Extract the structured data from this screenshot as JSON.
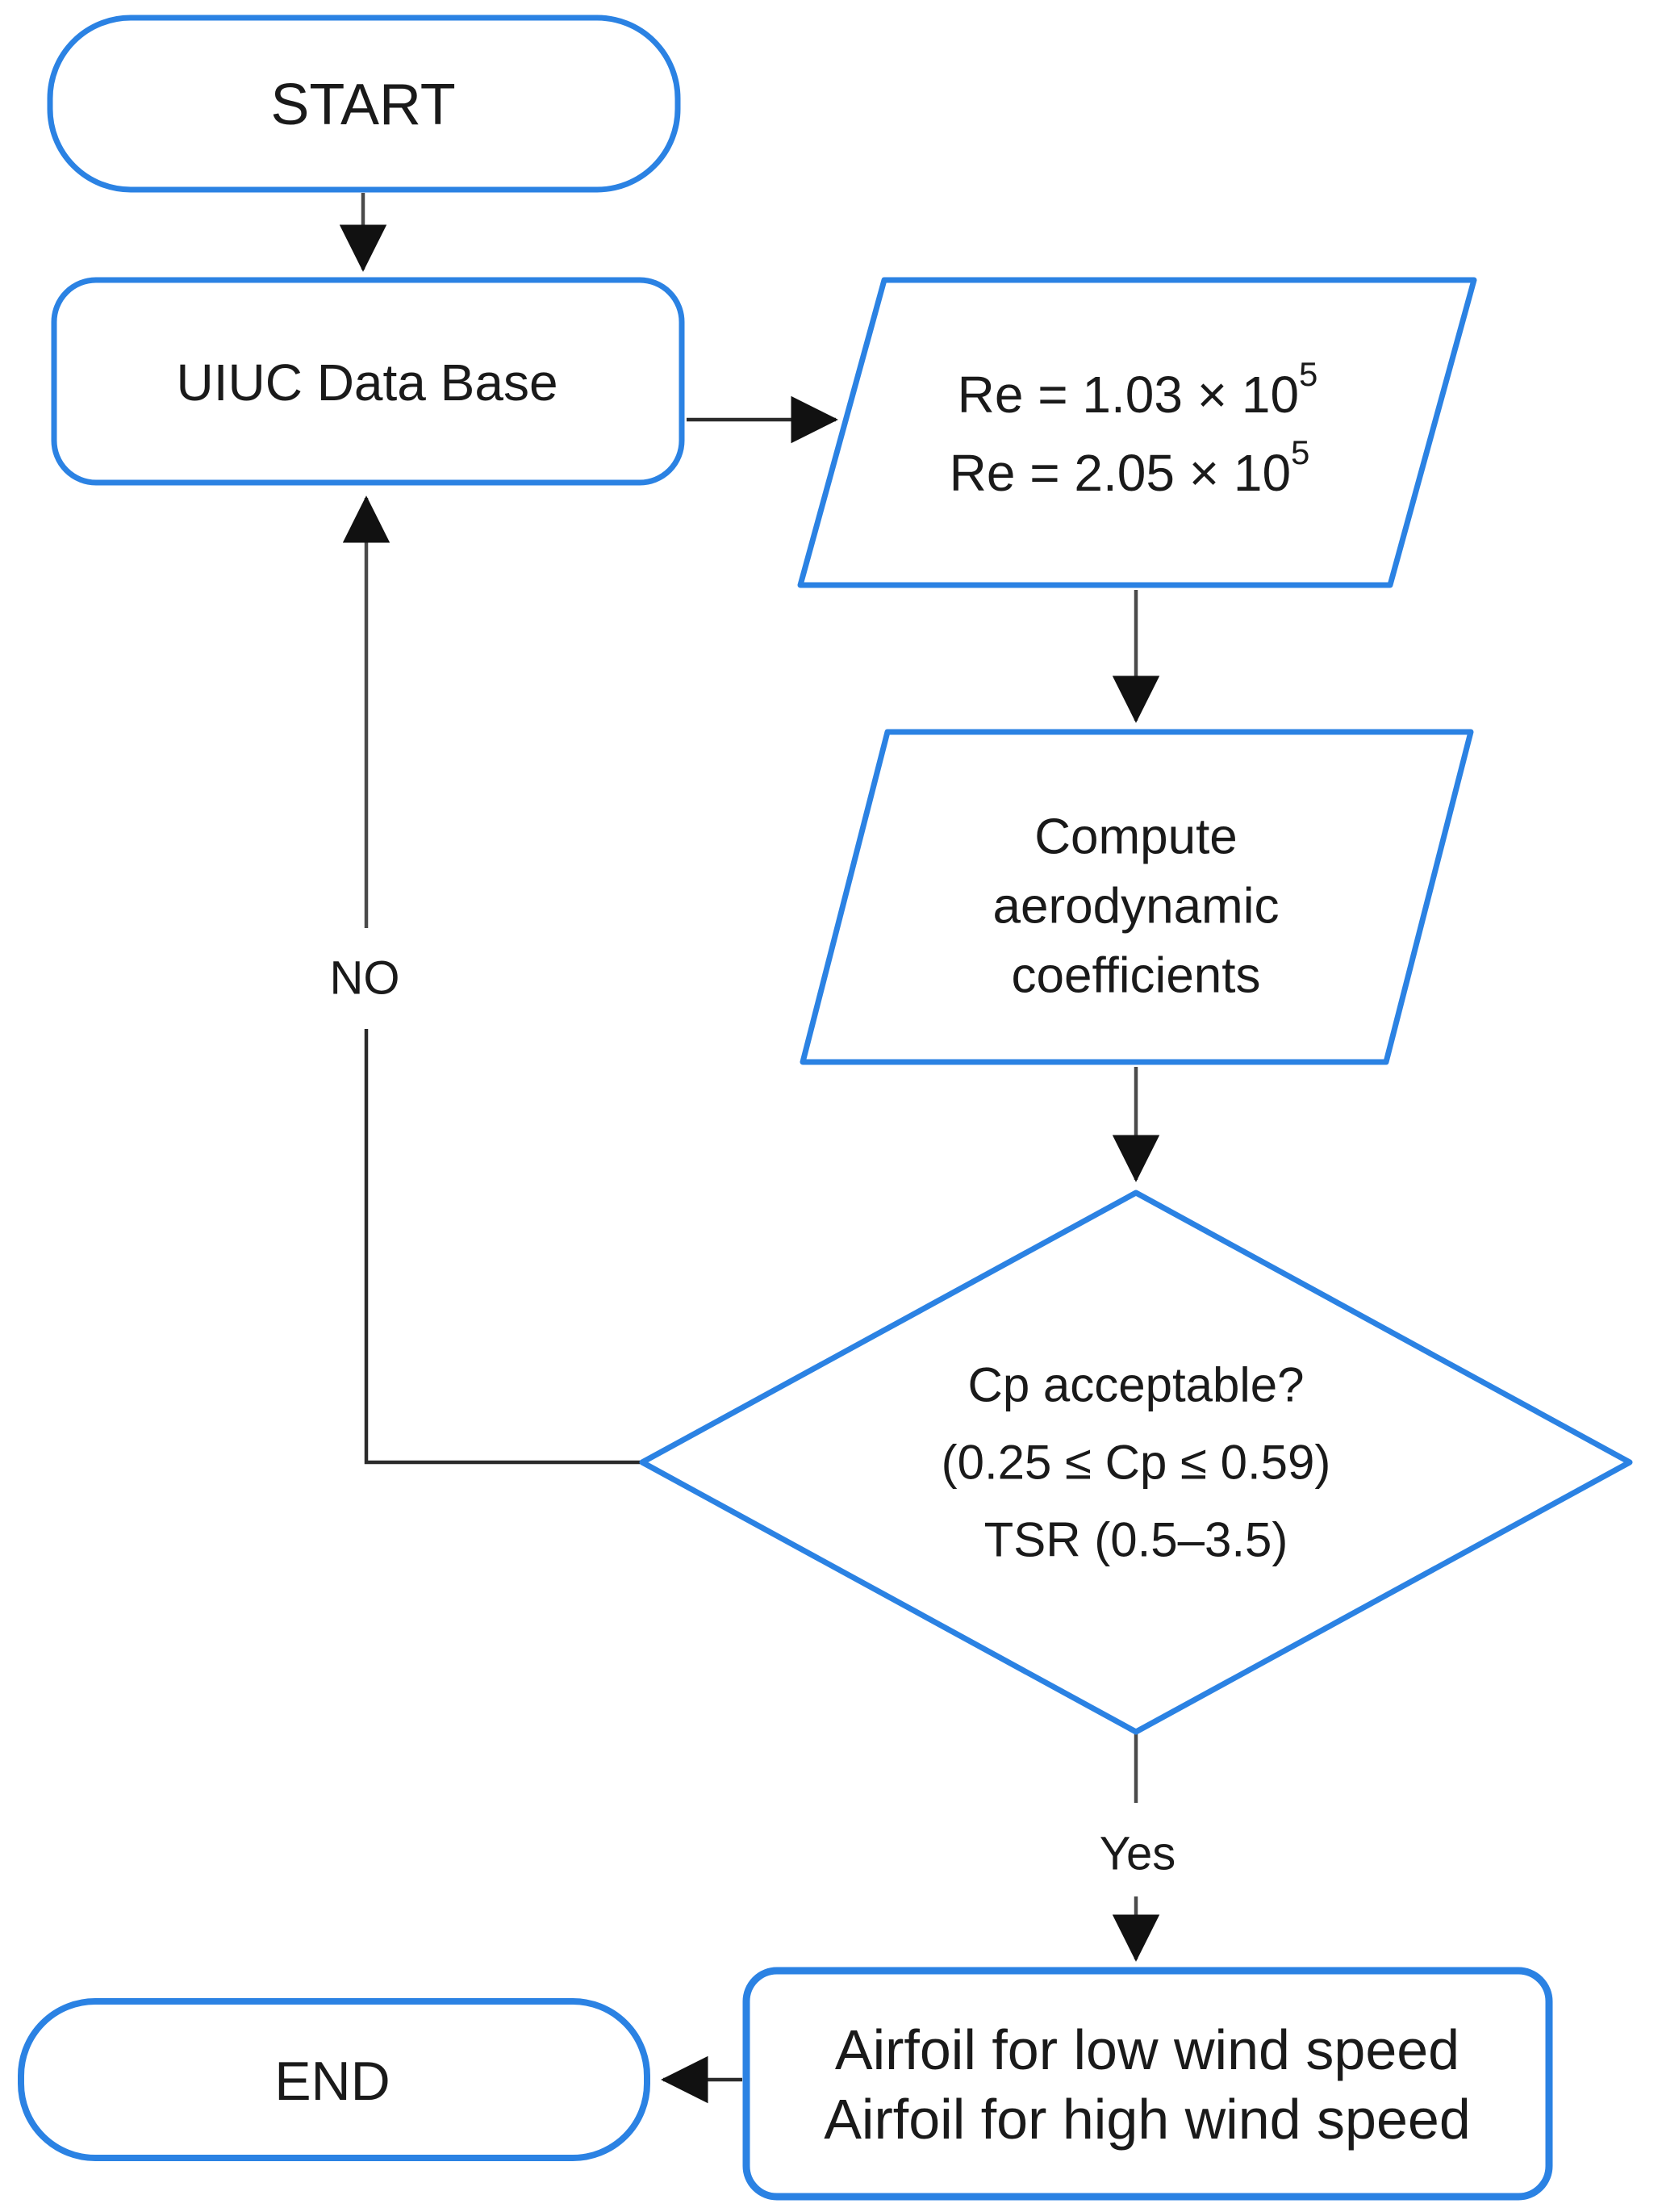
{
  "diagram": {
    "type": "flowchart",
    "background_color": "#ffffff",
    "accent_color": "#2B82E3",
    "connector_color": "#4a4a4a",
    "arrowhead_color": "#111111",
    "text_color": "#1a1a1a",
    "nodes": {
      "start": {
        "shape": "terminator",
        "label": "START"
      },
      "database": {
        "shape": "rounded-rectangle",
        "label": "UIUC Data Base"
      },
      "reynolds": {
        "shape": "parallelogram",
        "line1_base": "Re = 1.03 × 10",
        "line1_sup": "5",
        "line2_base": "Re = 2.05 × 10",
        "line2_sup": "5"
      },
      "compute": {
        "shape": "parallelogram",
        "lines": [
          "Compute",
          "aerodynamic",
          "coefficients"
        ]
      },
      "decision": {
        "shape": "diamond",
        "lines": [
          "Cp acceptable?",
          "(0.25 ≤ Cp ≤ 0.59)",
          "TSR (0.5–3.5)"
        ]
      },
      "result": {
        "shape": "rectangle",
        "lines": [
          "Airfoil for low wind speed",
          "Airfoil for high wind speed"
        ]
      },
      "end": {
        "shape": "terminator",
        "label": "END"
      }
    },
    "edges": {
      "no_label": "NO",
      "yes_label": "Yes"
    }
  }
}
